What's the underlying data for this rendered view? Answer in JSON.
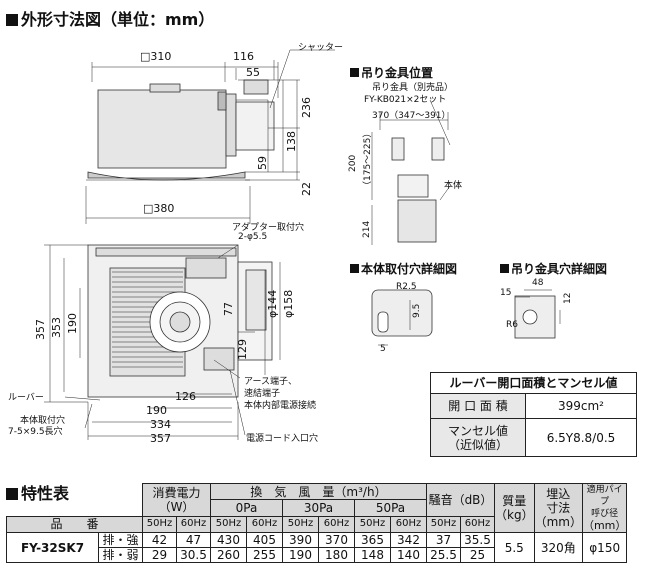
{
  "headings": {
    "outline": "外形寸法図（単位：mm）",
    "hanger_pos": "吊り金具位置",
    "body_hole": "本体取付穴詳細図",
    "hanger_hole": "吊り金具穴詳細図",
    "spec": "特性表"
  },
  "labels": {
    "shutter": "シャッター",
    "adapter_hole_1": "アダプター取付穴",
    "adapter_hole_2": "2-φ5.5",
    "louver": "ルーバー",
    "body_hole_1": "本体取付穴",
    "body_hole_2": "7-5×9.5長穴",
    "earth_1": "アース端子、",
    "earth_2": "速結端子",
    "earth_3": "本体内部電源接続",
    "cord_inlet": "電源コード入口穴",
    "hanger_fitting_1": "吊り金具（別売品）",
    "hanger_fitting_2": "FY-KB021×2セット",
    "main_body": "本体"
  },
  "dims": {
    "d310": "□310",
    "d116": "116",
    "d55": "55",
    "d236": "236",
    "d138": "138",
    "d59": "59",
    "d22": "22",
    "d380": "□380",
    "d357v": "357",
    "d353": "353",
    "d190v": "190",
    "d144": "φ144",
    "d158": "φ158",
    "d77": "77",
    "d129": "129",
    "d126": "126",
    "d190": "190",
    "d334": "334",
    "d357": "357",
    "d370": "370（347〜391）",
    "d200": "200",
    "d175": "（175〜225）",
    "d214": "214",
    "r25": "R2.5",
    "d95": "9.5",
    "d5": "5",
    "d15": "15",
    "d48": "48",
    "d12": "12",
    "r6": "R6"
  },
  "louver_box": {
    "title": "ルーバー開口面積とマンセル値",
    "area_label": "開 口 面 積",
    "area_value": "399cm²",
    "munsell_label_1": "マンセル値",
    "munsell_label_2": "（近似値）",
    "munsell_value": "6.5Y8.8/0.5"
  },
  "spec_table": {
    "h_power": "消費電力（W）",
    "h_airflow": "換　気　風　量（m³/h）",
    "h_noise": "騒音（dB）",
    "h_mass": "質量",
    "h_mass_unit": "（kg）",
    "h_embed": "埋込",
    "h_embed2": "寸法",
    "h_embed_unit": "（mm）",
    "h_pipe": "適用パイプ",
    "h_pipe2": "呼び径",
    "h_pipe_unit": "（mm）",
    "p0": "0Pa",
    "p30": "30Pa",
    "p50": "50Pa",
    "hz50": "50Hz",
    "hz60": "60Hz",
    "model_header": "品　　番",
    "model": "FY-32SK7",
    "mode_strong": "排・強",
    "mode_weak": "排・弱",
    "strong": [
      "42",
      "47",
      "430",
      "405",
      "390",
      "370",
      "365",
      "342",
      "37",
      "35.5"
    ],
    "weak": [
      "29",
      "30.5",
      "260",
      "255",
      "190",
      "180",
      "148",
      "140",
      "25.5",
      "25"
    ],
    "mass": "5.5",
    "embed": "320角",
    "pipe": "φ150"
  }
}
